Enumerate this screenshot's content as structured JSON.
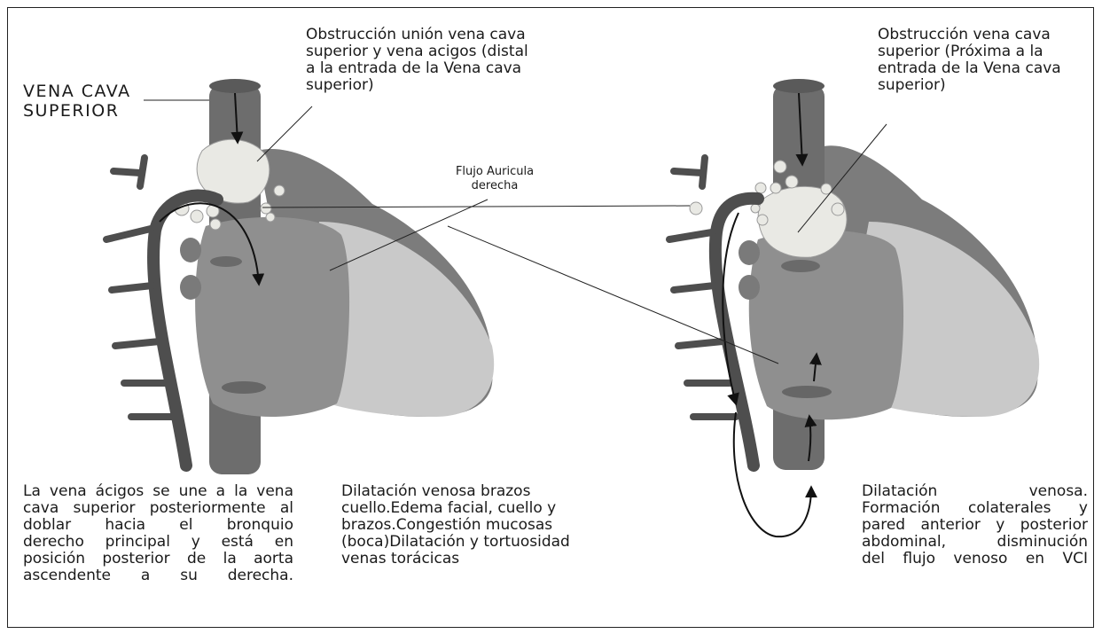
{
  "labels": {
    "vena_cava_superior": [
      "VENA CAVA",
      "SUPERIOR"
    ],
    "obstruccion_union": [
      "Obstrucción unión vena cava",
      "superior y vena acigos (distal",
      "a la entrada de la Vena cava",
      "superior)"
    ],
    "obstruccion_vena_cava": [
      "Obstrucción vena cava",
      "superior (Próxima a la",
      "entrada de la Vena cava",
      "superior)"
    ],
    "flujo_auricula": [
      "Flujo Auricula",
      "derecha"
    ]
  },
  "captions": {
    "left": [
      "La vena ácigos se une a la vena",
      "cava superior posteriormente al",
      "doblar hacia el bronquio",
      "derecho principal y está en",
      "posición posterior de la aorta",
      "ascendente a su derecha."
    ],
    "middle": [
      "Dilatación venosa brazos",
      "cuello.Edema facial, cuello y",
      "brazos.Congestión mucosas",
      "(boca)Dilatación y tortuosidad",
      "venas torácicas"
    ],
    "right": [
      "Dilatación venosa.",
      "Formación colaterales y",
      "pared anterior y posterior",
      "abdominal, disminución",
      "del flujo venoso en VCI"
    ]
  },
  "colors": {
    "vein": "#6d6d6d",
    "vein_dark": "#4a4a4a",
    "atrium": "#8f8f8f",
    "ventricle": "#c4c4c4",
    "heart_back": "#7c7c7c",
    "clot": "#e9e9e4",
    "line": "#222222"
  }
}
